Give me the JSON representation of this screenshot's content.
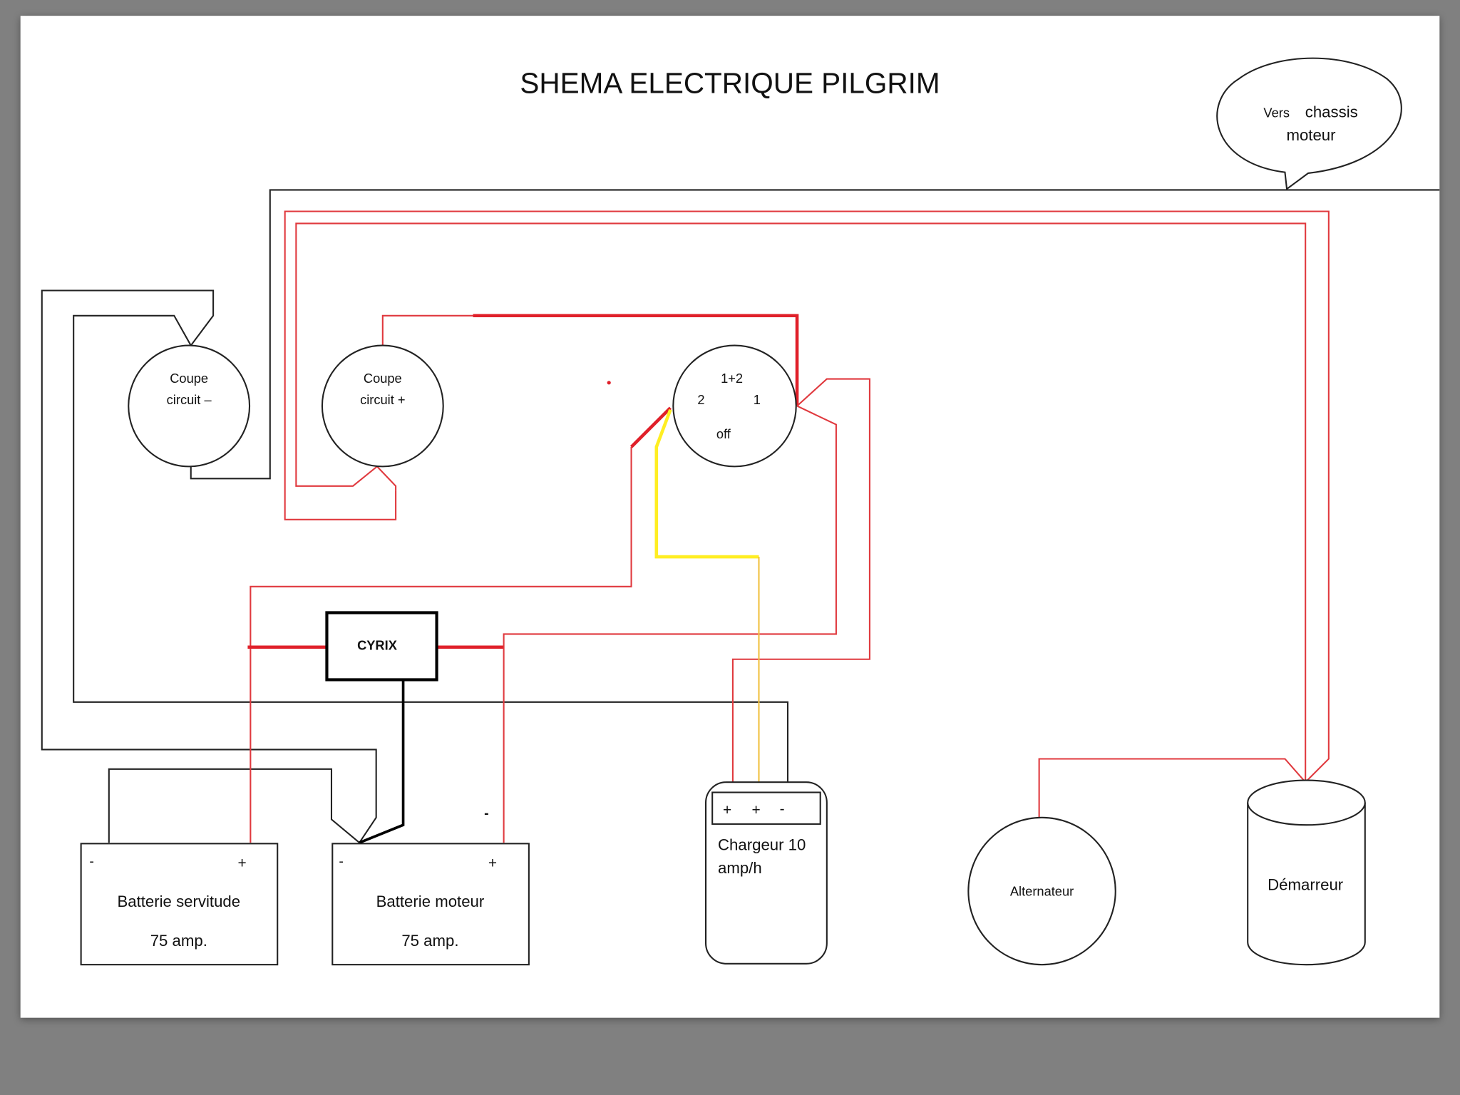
{
  "title": "SHEMA ELECTRIQUE PILGRIM",
  "callout": {
    "word1": "Vers",
    "word2": "chassis",
    "line2": "moteur"
  },
  "components": {
    "coupe_moins": {
      "line1": "Coupe",
      "line2": "circuit –"
    },
    "coupe_plus": {
      "line1": "Coupe",
      "line2": "circuit +"
    },
    "switch": {
      "pos_both": "1+2",
      "pos_2": "2",
      "pos_1": "1",
      "pos_off": "off"
    },
    "cyrix": {
      "label": "CYRIX"
    },
    "battery_service": {
      "minus": "-",
      "plus": "+",
      "name": "Batterie servitude",
      "capacity": "75 amp."
    },
    "battery_engine": {
      "minus": "-",
      "plus": "+",
      "name": "Batterie moteur",
      "capacity": "75 amp.",
      "stray_mark": "-"
    },
    "charger": {
      "t1": "+",
      "t2": "+",
      "t3": "-",
      "line1": "Chargeur 10",
      "line2": "amp/h"
    },
    "alternator": {
      "label": "Alternateur"
    },
    "starter": {
      "label": "Démarreur"
    }
  },
  "wire_colors": {
    "positive": "#e0393e",
    "negative": "#222222",
    "charger_link": "#ffee22"
  }
}
